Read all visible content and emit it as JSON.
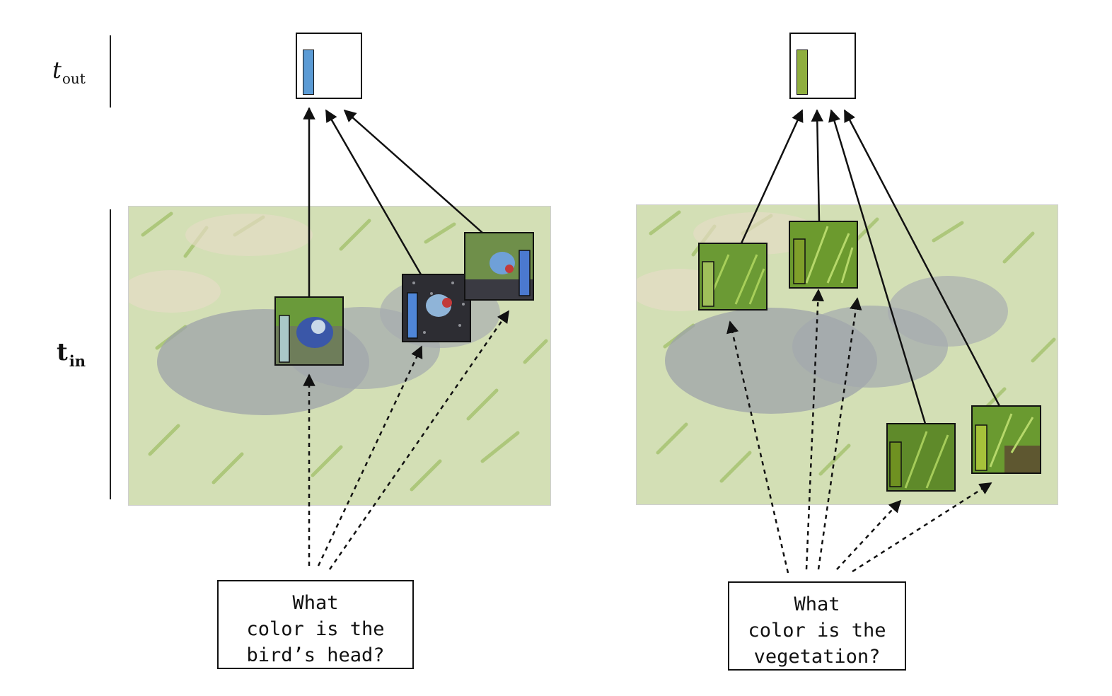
{
  "labels": {
    "t_out_base": "t",
    "t_out_sub": "out",
    "t_in_base": "t",
    "t_in_sub": "in"
  },
  "panels": [
    {
      "question_lines": [
        "What",
        "color is the",
        "bird’s head?"
      ],
      "output_bar_color": "#5b9bd5",
      "patch_bar_colors": [
        "#a9c8c8",
        "#4f86d8",
        "#4b79cf"
      ]
    },
    {
      "question_lines": [
        "What",
        "color is the",
        "vegetation?"
      ],
      "output_bar_color": "#8fae3f",
      "patch_bar_colors": [
        "#9fbf5a",
        "#7f9f2a",
        "#6f9121",
        "#a6c23a"
      ]
    }
  ],
  "colors": {
    "scene_grass": "#c9d7a8",
    "scene_bird": "#8a8f97",
    "arrow": "#111111"
  }
}
